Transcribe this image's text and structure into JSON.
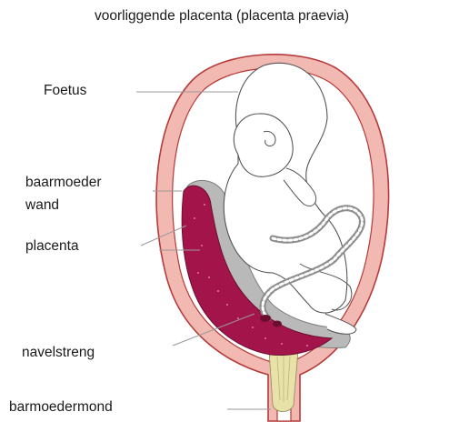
{
  "title": "voorliggende placenta (placenta praevia)",
  "labels": {
    "foetus": "Foetus",
    "wall_line1": "baarmoeder",
    "wall_line2": "wand",
    "placenta": "placenta",
    "umbilical_cord": "navelstreng",
    "cervix": "barmoedermond"
  },
  "colors": {
    "uterine_wall": "#f2b8b2",
    "wall_outline": "#b53a3a",
    "placenta": "#a3154a",
    "membrane": "#b9b9b9",
    "cervix_plug": "#e8e1a8",
    "leader_line": "#9a9a9a"
  }
}
